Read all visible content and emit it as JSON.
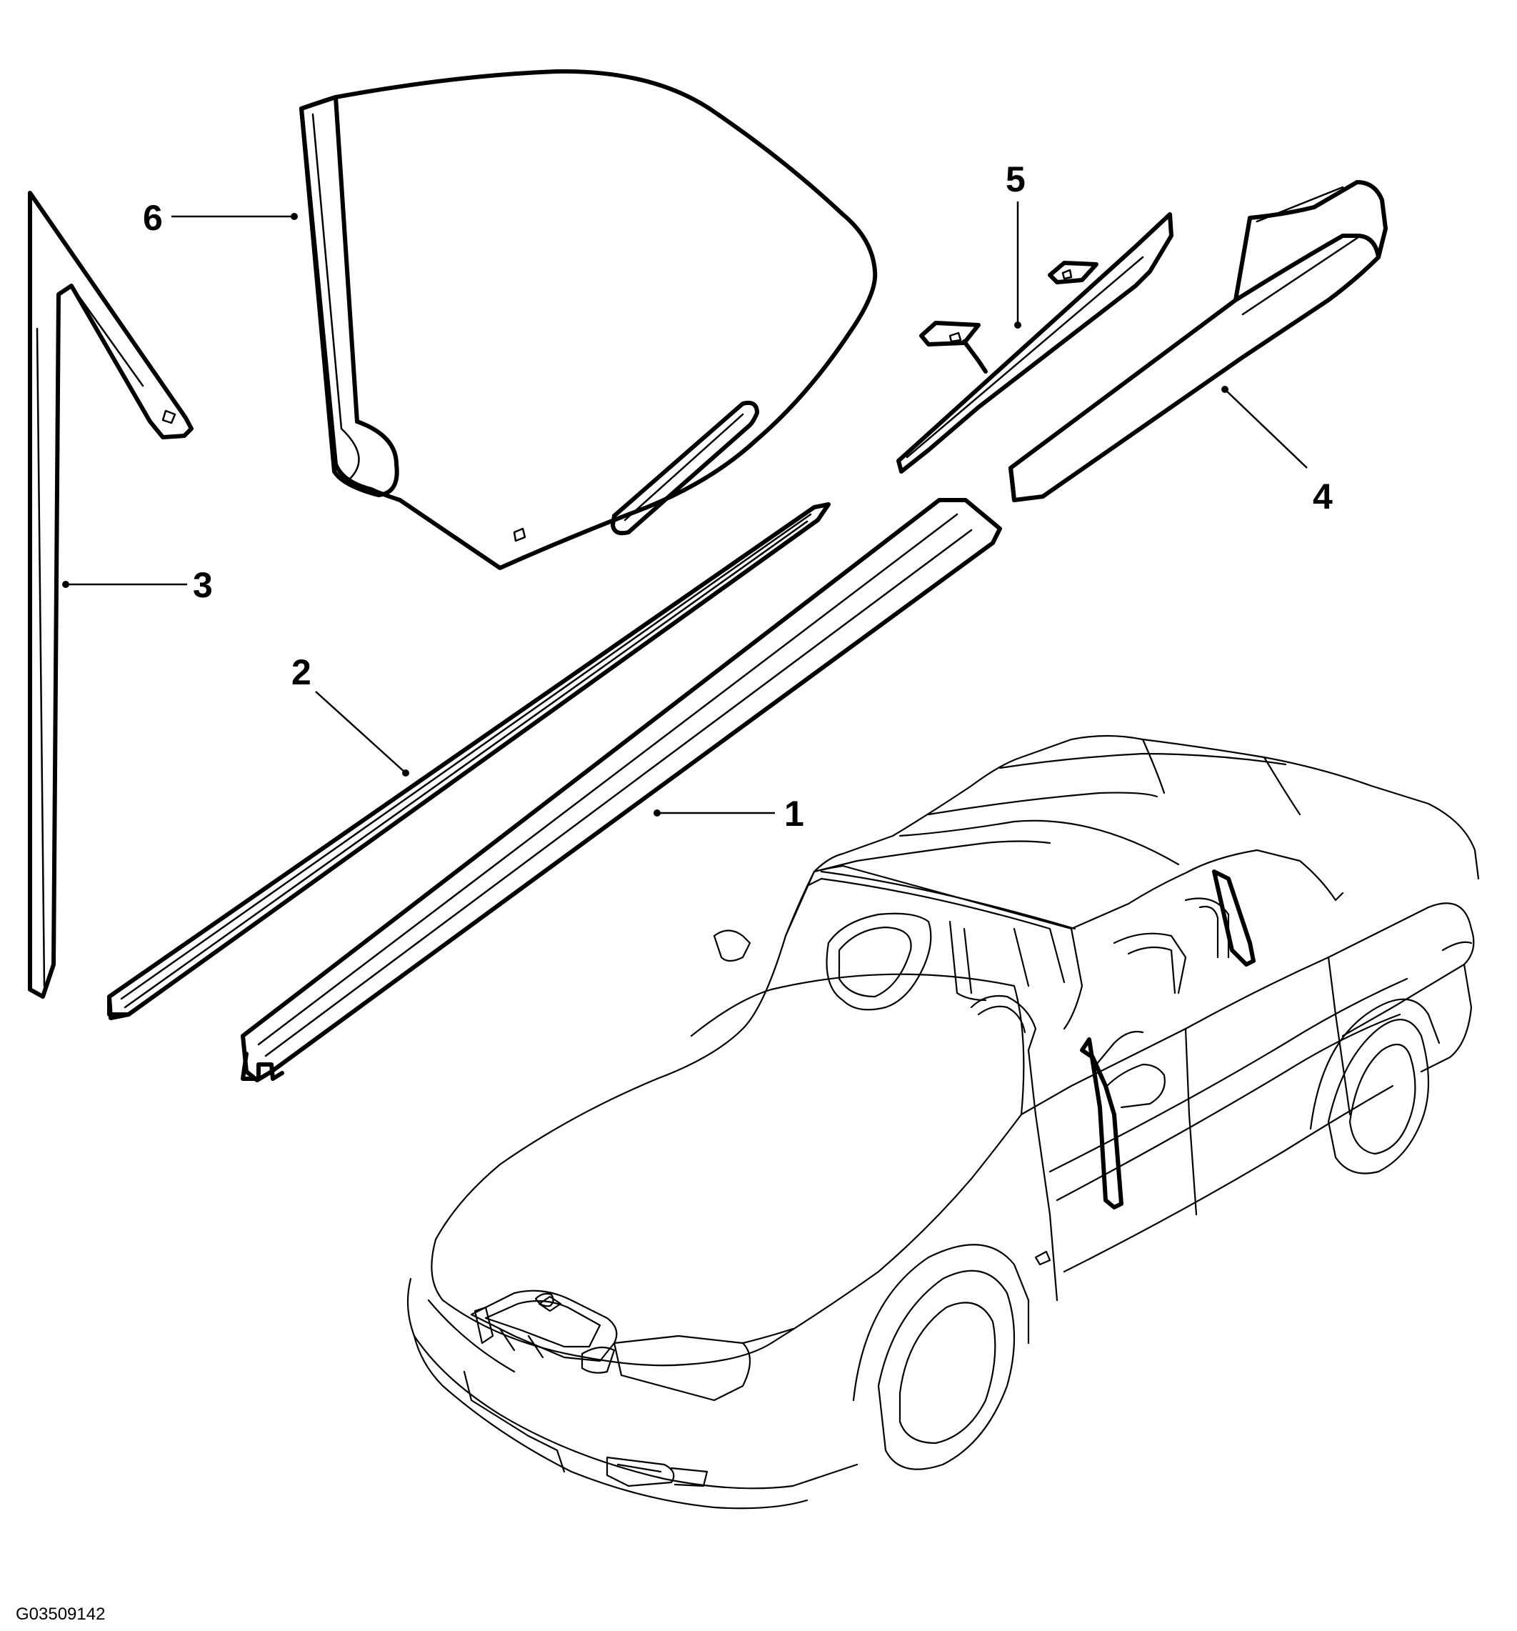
{
  "diagram": {
    "figure_id": "G03509142",
    "callouts": [
      {
        "id": "1",
        "label": "1"
      },
      {
        "id": "2",
        "label": "2"
      },
      {
        "id": "3",
        "label": "3"
      },
      {
        "id": "4",
        "label": "4"
      },
      {
        "id": "5",
        "label": "5"
      },
      {
        "id": "6",
        "label": "6"
      }
    ]
  }
}
